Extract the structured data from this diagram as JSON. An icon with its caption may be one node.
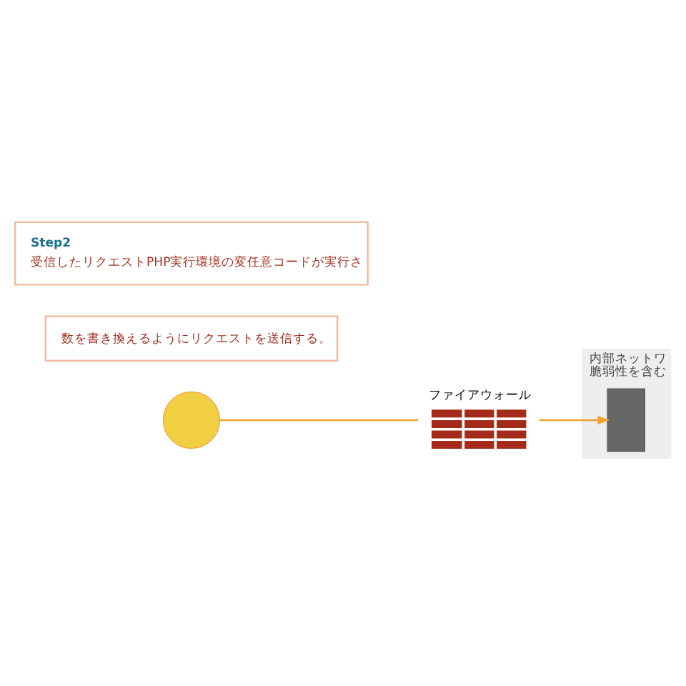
{
  "diagram": {
    "nodes": [
      {
        "text": [
          "内部ネットワ",
          "脆弱性を含む"
        ]
      },
      {
        "text": [],
        "shape": "circle"
      },
      {
        "text": [
          "ファイアウォール"
        ]
      },
      {
        "text": [],
        "shape": "box",
        "in": 0
      },
      {
        "text": [
          "数を書き換えるようにリクエストを送信する。"
        ]
      },
      {
        "text": [
          "Step2",
          "受信したリクエストPHP実行環境の変任意コードが実行さ"
        ]
      }
    ],
    "edges": [
      {
        "from": 1,
        "to": 2,
        "arrow": "none"
      },
      {
        "from": 2,
        "to": 3,
        "arrow": "to"
      }
    ]
  }
}
